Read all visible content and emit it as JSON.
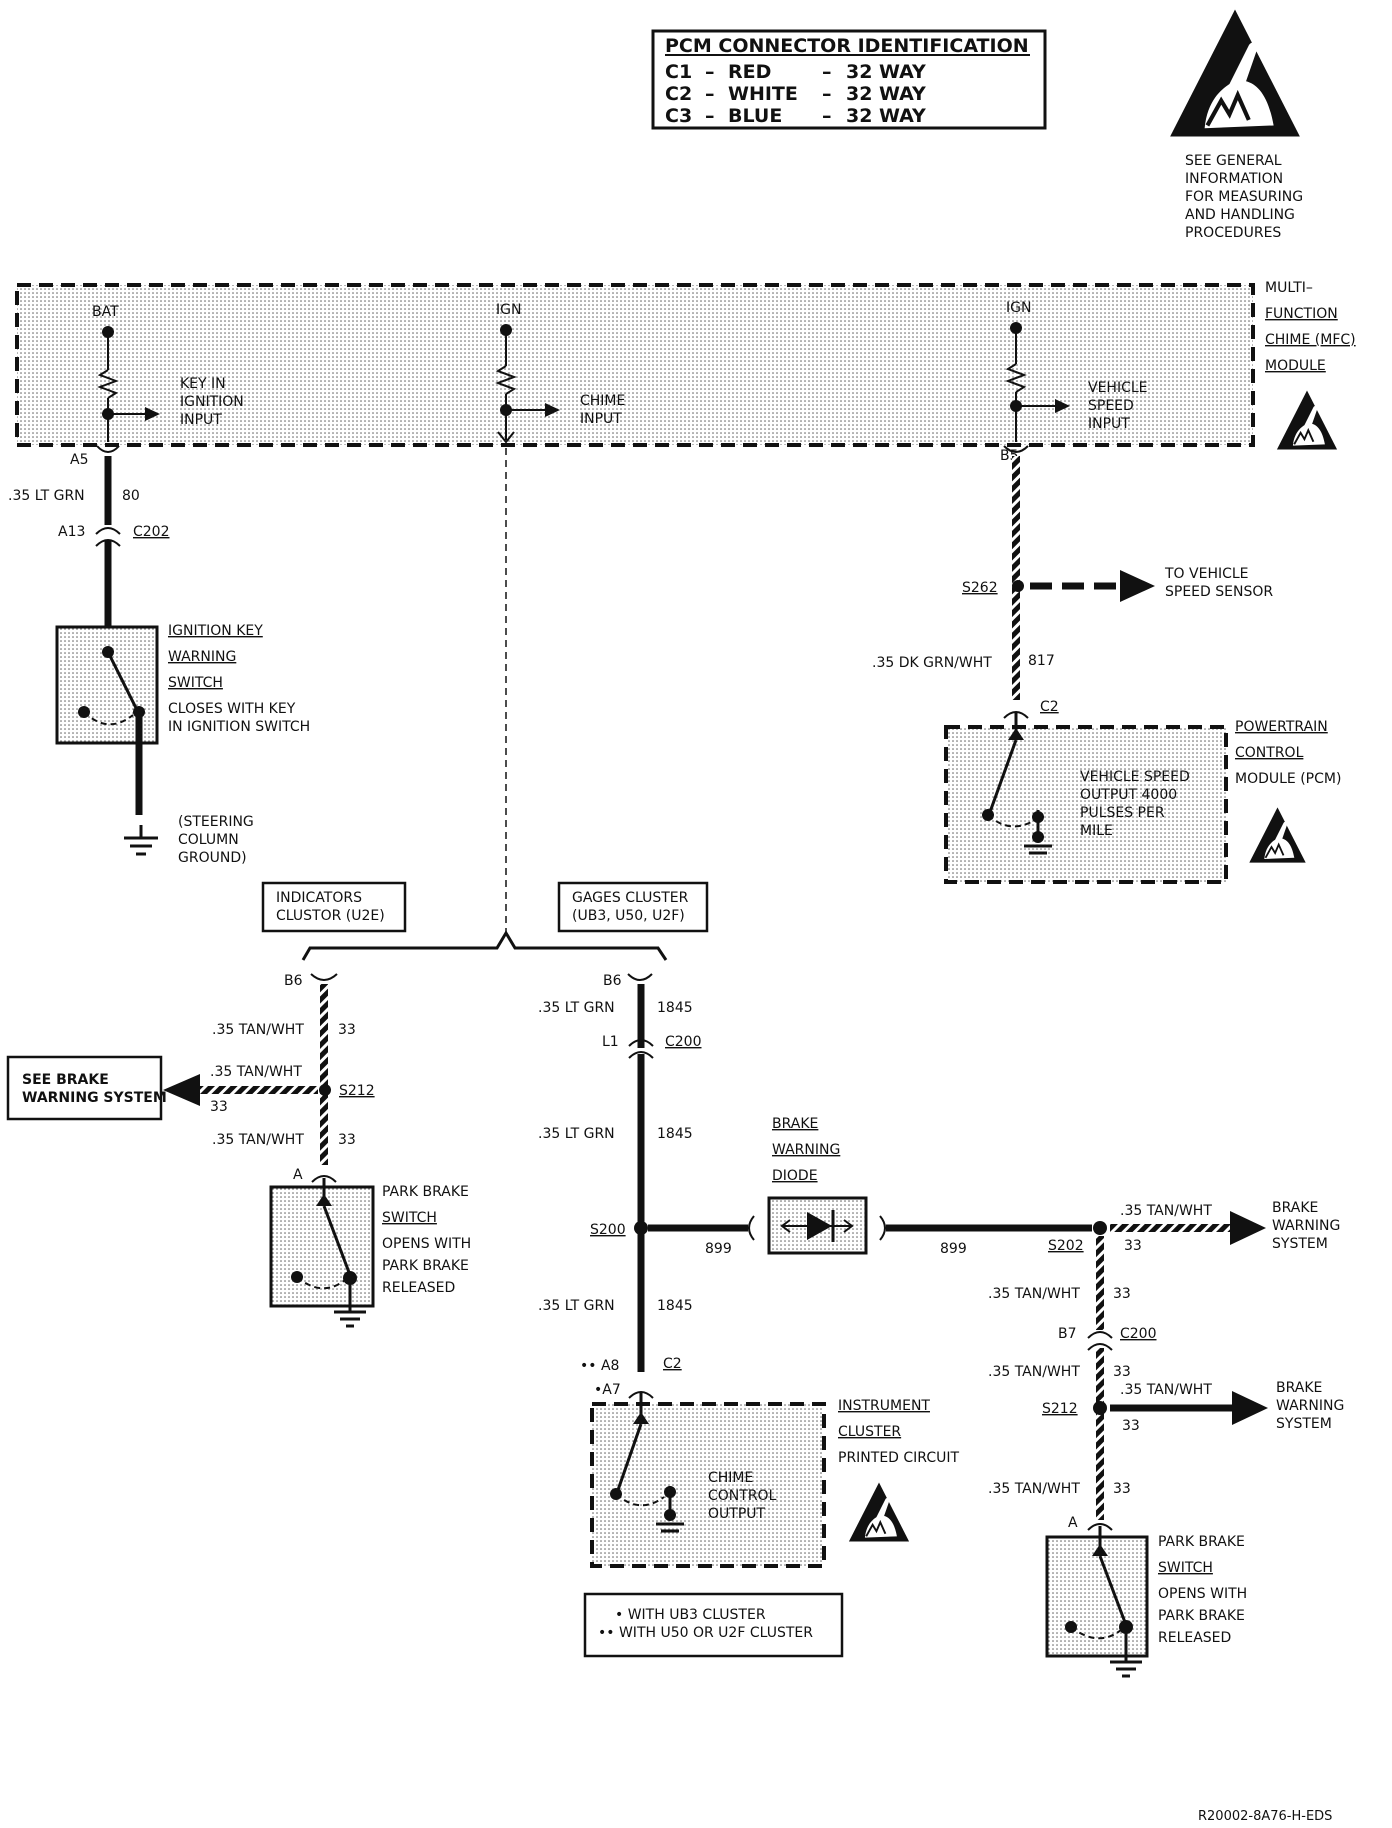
{
  "pcm_connector": {
    "title": "PCM CONNECTOR IDENTIFICATION",
    "rows": [
      {
        "id": "C1",
        "dash": "–",
        "color": "RED",
        "dash2": "–",
        "way": "32 WAY"
      },
      {
        "id": "C2",
        "dash": "–",
        "color": "WHITE",
        "dash2": "–",
        "way": "32 WAY"
      },
      {
        "id": "C3",
        "dash": "–",
        "color": "BLUE",
        "dash2": "–",
        "way": "32 WAY"
      }
    ]
  },
  "esd_note": [
    "SEE GENERAL",
    "INFORMATION",
    "FOR MEASURING",
    "AND HANDLING",
    "PROCEDURES"
  ],
  "mfc_module": {
    "name": [
      "MULTI–",
      "FUNCTION",
      "CHIME (MFC)",
      "MODULE"
    ],
    "bat": "BAT",
    "ign1": "IGN",
    "ign2": "IGN",
    "key_input": [
      "KEY IN",
      "IGNITION",
      "INPUT"
    ],
    "chime_input": [
      "CHIME",
      "INPUT"
    ],
    "vss_input": [
      "VEHICLE",
      "SPEED",
      "INPUT"
    ],
    "pin_a5": "A5",
    "pin_b5": "B5"
  },
  "left_circuit": {
    "wire1": ".35 LT GRN",
    "circuit1": "80",
    "pin_a13": "A13",
    "conn_c202": "C202",
    "switch_name": [
      "IGNITION KEY",
      "WARNING",
      "SWITCH"
    ],
    "switch_desc": [
      "CLOSES WITH KEY",
      "IN IGNITION SWITCH"
    ],
    "ground": [
      "(STEERING",
      "COLUMN",
      "GROUND)"
    ]
  },
  "vss_circuit": {
    "splice": "S262",
    "to_sensor": [
      "TO VEHICLE",
      "SPEED SENSOR"
    ],
    "wire": ".35 DK GRN/WHT",
    "circuit": "817",
    "conn": "C2",
    "pcm_name": [
      "POWERTRAIN",
      "CONTROL",
      "MODULE (PCM)"
    ],
    "pcm_desc": [
      "VEHICLE SPEED",
      "OUTPUT 4000",
      "PULSES PER",
      "MILE"
    ]
  },
  "clusters": {
    "indicators": [
      "INDICATORS",
      "CLUSTOR (U2E)"
    ],
    "gages": [
      "GAGES CLUSTER",
      "(UB3, U50, U2F)"
    ]
  },
  "indicator_branch": {
    "pin_b6": "B6",
    "wire_a": ".35 TAN/WHT",
    "circ_a": "33",
    "see_brake": [
      "SEE BRAKE",
      "WARNING SYSTEM"
    ],
    "wire_b": ".35 TAN/WHT",
    "circ_b": "33",
    "splice": "S212",
    "wire_c": ".35 TAN/WHT",
    "circ_c": "33",
    "pin_a": "A",
    "switch_name": [
      "PARK BRAKE",
      "SWITCH"
    ],
    "switch_desc": [
      "OPENS WITH",
      "PARK BRAKE",
      "RELEASED"
    ]
  },
  "gages_branch": {
    "pin_b6": "B6",
    "wire1": ".35 LT GRN",
    "circ1": "1845",
    "pin_l1": "L1",
    "conn_c200": "C200",
    "wire2": ".35 LT GRN",
    "circ2": "1845",
    "splice": "S200",
    "wire3": ".35 LT GRN",
    "circ3": "1845",
    "pin_a8": "•• A8",
    "pin_a7": "•A7",
    "conn_c2": "C2",
    "ic_name": [
      "INSTRUMENT",
      "CLUSTER",
      "PRINTED CIRCUIT"
    ],
    "ic_desc": [
      "CHIME",
      "CONTROL",
      "OUTPUT"
    ],
    "footnote": [
      "• WITH UB3 CLUSTER",
      "•• WITH U50 OR U2F CLUSTER"
    ]
  },
  "diode": {
    "name": [
      "BRAKE",
      "WARNING",
      "DIODE"
    ],
    "circ_left": "899",
    "circ_right": "899"
  },
  "right_branch": {
    "splice_top": "S202",
    "wire_top": ".35 TAN/WHT",
    "circ_top": "33",
    "brake_sys1": [
      "BRAKE",
      "WARNING",
      "SYSTEM"
    ],
    "wire2": ".35 TAN/WHT",
    "circ2": "33",
    "pin_b7": "B7",
    "conn_c200": "C200",
    "wire3": ".35 TAN/WHT",
    "circ3": "33",
    "splice2": "S212",
    "wire4": ".35 TAN/WHT",
    "circ4": "33",
    "brake_sys2": [
      "BRAKE",
      "WARNING",
      "SYSTEM"
    ],
    "wire5": ".35 TAN/WHT",
    "circ5": "33",
    "pin_a": "A",
    "switch_name": [
      "PARK BRAKE",
      "SWITCH"
    ],
    "switch_desc": [
      "OPENS WITH",
      "PARK BRAKE",
      "RELEASED"
    ]
  },
  "ref_code": "R20002-8A76-H-EDS"
}
